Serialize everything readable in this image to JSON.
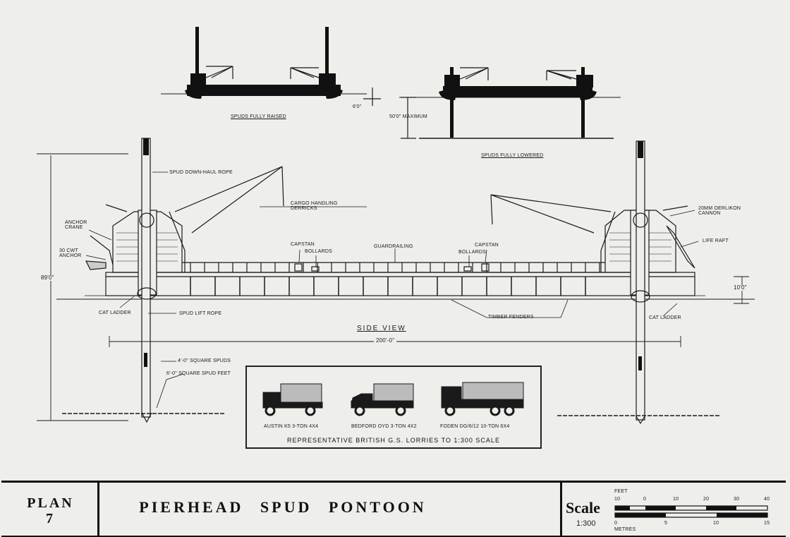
{
  "title_block": {
    "plan_label": "PLAN",
    "plan_number": "7",
    "drawing_title": "PIERHEAD SPUD PONTOON",
    "scale_word": "Scale",
    "scale_ratio": "1:300",
    "scale_feet_unit": "FEET",
    "scale_metres_unit": "METRES",
    "feet_ticks": [
      "10",
      "0",
      "10",
      "20",
      "30",
      "40"
    ],
    "metre_ticks": [
      "0",
      "5",
      "10",
      "15"
    ]
  },
  "top_views": {
    "raised_caption": "SPUDS FULLY RAISED",
    "raised_dimension": "6'0\"",
    "lowered_caption": "SPUDS FULLY LOWERED",
    "lowered_dimension": "50'0\" MAXIMUM"
  },
  "side_view": {
    "view_title": "SIDE VIEW",
    "overall_length": "200'-0\"",
    "spud_height": "89'0\"",
    "freeboard": "10'0\"",
    "labels": {
      "spud_downhaul_rope": "SPUD DOWN-HAUL ROPE",
      "cargo_derricks": "CARGO HANDLING DERRICKS",
      "anchor_crane": "ANCHOR CRANE",
      "anchor": "30 CWT ANCHOR",
      "capstan_left": "CAPSTAN",
      "bollards_left": "BOLLARDS",
      "guardrailing": "GUARDRAILING",
      "capstan_right": "CAPSTAN",
      "bollards_right": "BOLLARDS",
      "oerlikon": "20MM OERLIKON CANNON",
      "life_raft": "LIFE RAFT",
      "cat_ladder_left": "CAT LADDER",
      "spud_lift_rope": "SPUD LIFT ROPE",
      "timber_fenders": "TIMBER FENDERS",
      "cat_ladder_right": "CAT LADDER",
      "square_spuds": "4'-0\" SQUARE SPUDS",
      "spud_feet": "6'-0\" SQUARE SPUD FEET"
    }
  },
  "lorries": {
    "caption": "REPRESENTATIVE BRITISH G.S. LORRIES TO 1:300 SCALE",
    "items": [
      {
        "name": "AUSTIN K5 3-TON 4x4"
      },
      {
        "name": "BEDFORD OYD 3-TON 4x2"
      },
      {
        "name": "FODEN DG/6/12 10-TON 6x4"
      }
    ]
  },
  "colors": {
    "ink": "#1a1a1a",
    "paper": "#eeeeeb"
  }
}
